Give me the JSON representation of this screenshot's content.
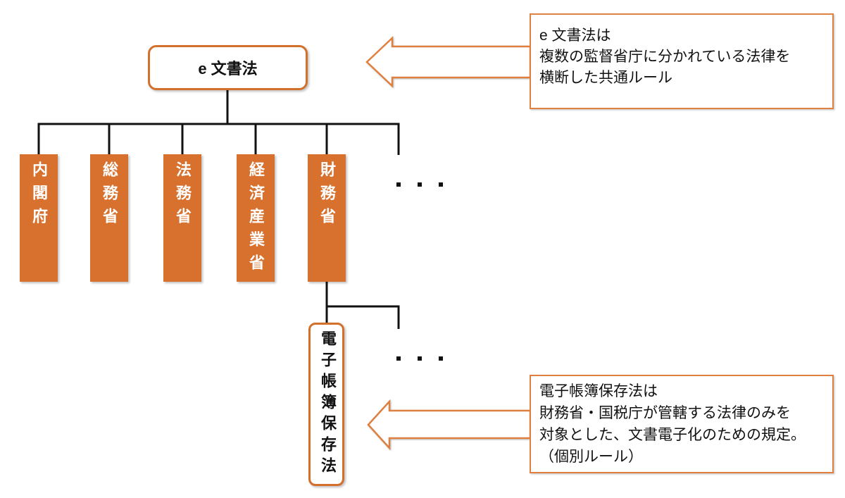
{
  "diagram": {
    "root_box": {
      "label": "e 文書法"
    },
    "ministries": [
      {
        "label": "内閣府"
      },
      {
        "label": "総務省"
      },
      {
        "label": "法務省"
      },
      {
        "label": "経済産業省"
      },
      {
        "label": "財務省"
      }
    ],
    "ellipsis_top": "・・・",
    "ellipsis_bottom": "・・・",
    "child_law_box": {
      "label": "電子帳簿保存法"
    },
    "callout_top": {
      "line1": "e 文書法は",
      "line2": "複数の監督省庁に分かれている法律を",
      "line3": "横断した共通ルール"
    },
    "callout_bottom": {
      "line1": "電子帳簿保存法は",
      "line2": "財務省・国税庁が管轄する法律のみを",
      "line3": "対象とした、文書電子化のための規定。",
      "line4": "（個別ルール）"
    },
    "colors": {
      "orange_fill": "#D7712D",
      "orange_border": "#D2702C",
      "callout_border": "#DE8040",
      "connector": "#111111"
    }
  }
}
